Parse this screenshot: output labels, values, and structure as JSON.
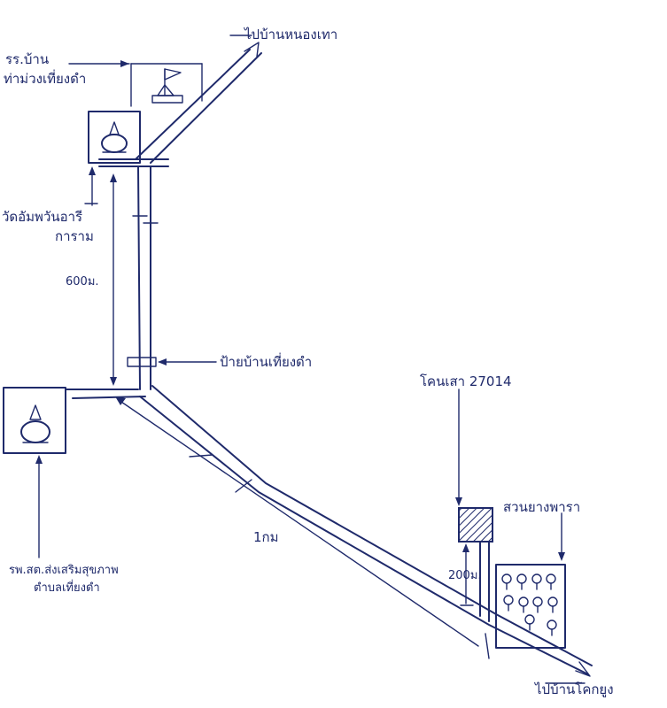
{
  "labels": {
    "to_nong_tao": "ไปบ้านหนองเทา",
    "school": "รร.บ้าน",
    "school_line2": "ท่าม่วงเที่ยงดำ",
    "temple": "วัดอัมพวันอารี",
    "temple_line2": "การาม",
    "distance_600": "600ม.",
    "village_sign": "ป้ายบ้านเที่ยงดำ",
    "health_center": "รพ.สต.ส่งเสริมสุขภาพ",
    "health_center_line2": "ตำบลเที่ยงดำ",
    "distance_1km": "1กม",
    "pole": "โคนเสา 27014",
    "distance_200": "200ม.",
    "rubber_plantation": "สวนยางพารา",
    "to_khok_yung": "ไปบ้านโคกยูง"
  },
  "colors": {
    "ink": "#1f2a6b",
    "background": "#ffffff"
  },
  "icons": [
    "flag-icon",
    "pagoda-icon",
    "stupa-icon",
    "tree-icon"
  ]
}
